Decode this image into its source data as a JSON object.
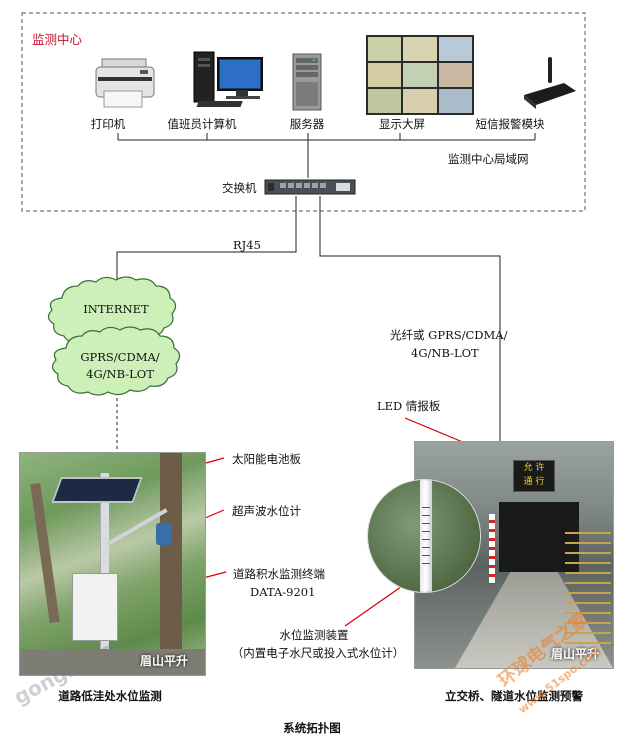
{
  "center": {
    "title": "监测中心",
    "lan_label": "监测中心局域网",
    "devices": [
      {
        "label": "打印机",
        "icon": "printer-icon"
      },
      {
        "label": "值班员计算机",
        "icon": "computer-icon"
      },
      {
        "label": "服务器",
        "icon": "server-icon"
      },
      {
        "label": "显示大屏",
        "icon": "display-wall-icon"
      },
      {
        "label": "短信报警模块",
        "icon": "sms-modem-icon"
      }
    ]
  },
  "switch": {
    "label": "交换机"
  },
  "links": {
    "left_label": "RJ45",
    "right_label_line1": "光纤或 GPRS/CDMA/",
    "right_label_line2": "4G/NB-LOT"
  },
  "cloud": {
    "label_top": "INTERNET",
    "label_bottom_line1": "GPRS/CDMA/",
    "label_bottom_line2": "4G/NB-LOT"
  },
  "left_site": {
    "callouts": [
      "太阳能电池板",
      "超声波水位计",
      "道路积水监测终端",
      "DATA-9201"
    ],
    "brand": "眉山平升",
    "caption": "道路低洼处水位监测"
  },
  "right_site": {
    "led_label": "LED 情报板",
    "led_sign_text": [
      "允 许",
      "通 行"
    ],
    "device_line1": "水位监测装置",
    "device_line2": "（内置电子水尺或投入式水位计）",
    "brand": "眉山平升",
    "caption": "立交桥、隧道水位监测预警"
  },
  "figure_caption": "系统拓扑图",
  "watermarks": [
    "gongkong",
    "环球电气之家",
    "www.51spo.com"
  ],
  "colors": {
    "accent_red": "#c8102e",
    "dashed_border": "#555555",
    "cloud_fill": "#ccf0b8",
    "cloud_stroke": "#3a6a3a",
    "arrow_red": "#d40000"
  }
}
